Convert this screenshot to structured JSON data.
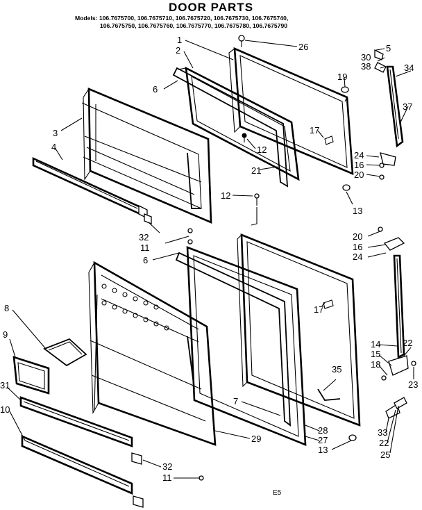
{
  "title": "DOOR PARTS",
  "models": {
    "label": "Models:",
    "line1": "106.7675700, 106.7675710, 106.7675720, 106.7675730, 106.7675740,",
    "line2": "106.7675750, 106.7675760, 106.7675770, 106.7675780, 106.7675790"
  },
  "page_code": "E5",
  "callouts": [
    "1",
    "2",
    "26",
    "6",
    "19",
    "5",
    "30",
    "38",
    "34",
    "37",
    "3",
    "4",
    "12",
    "17",
    "21",
    "24",
    "16",
    "20",
    "12",
    "13",
    "32",
    "11",
    "6",
    "20",
    "16",
    "24",
    "8",
    "9",
    "31",
    "17",
    "35",
    "14",
    "22",
    "15",
    "18",
    "23",
    "7",
    "28",
    "27",
    "13",
    "33",
    "22",
    "25",
    "10",
    "29",
    "32",
    "11"
  ]
}
